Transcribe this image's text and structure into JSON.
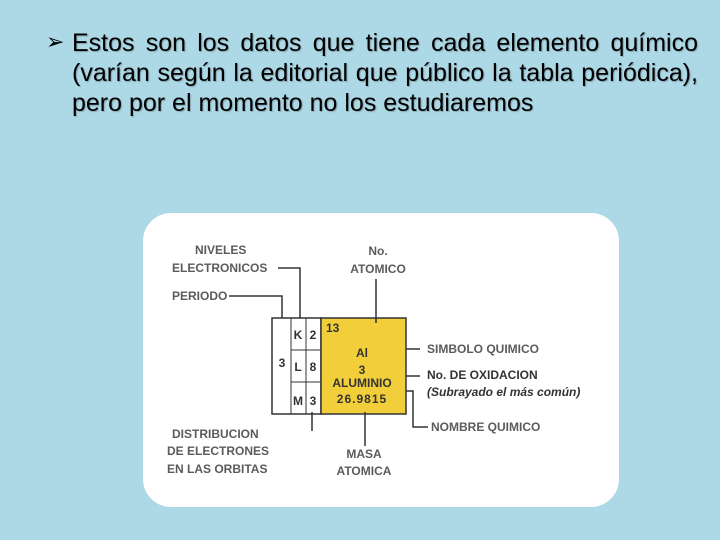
{
  "slide": {
    "bullet_text": "Estos son los datos que tiene cada elemento químico (varían según la editorial que público la tabla periódica), pero por el momento no los estudiaremos"
  },
  "diagram": {
    "element": {
      "atomic_number": "13",
      "symbol": "Al",
      "oxidation": "3",
      "name": "ALUMINIO",
      "mass": "26.9815",
      "period": "3",
      "shells": [
        {
          "letter": "K",
          "electrons": "2"
        },
        {
          "letter": "L",
          "electrons": "8"
        },
        {
          "letter": "M",
          "electrons": "3"
        }
      ]
    },
    "labels": {
      "niveles_1": "NIVELES",
      "niveles_2": "ELECTRONICOS",
      "periodo": "PERIODO",
      "no_atomico_1": "No.",
      "no_atomico_2": "ATOMICO",
      "simbolo": "SIMBOLO  QUIMICO",
      "oxidacion_1": "No. DE OXIDACION",
      "oxidacion_2": "(Subrayado el más común)",
      "nombre": "NOMBRE  QUIMICO",
      "distribucion_1": "DISTRIBUCION",
      "distribucion_2": "DE ELECTRONES",
      "distribucion_3": "EN LAS ORBITAS",
      "masa_1": "MASA",
      "masa_2": "ATOMICA"
    },
    "colors": {
      "element_fill": "#f2cf3a",
      "line": "#333333"
    }
  }
}
